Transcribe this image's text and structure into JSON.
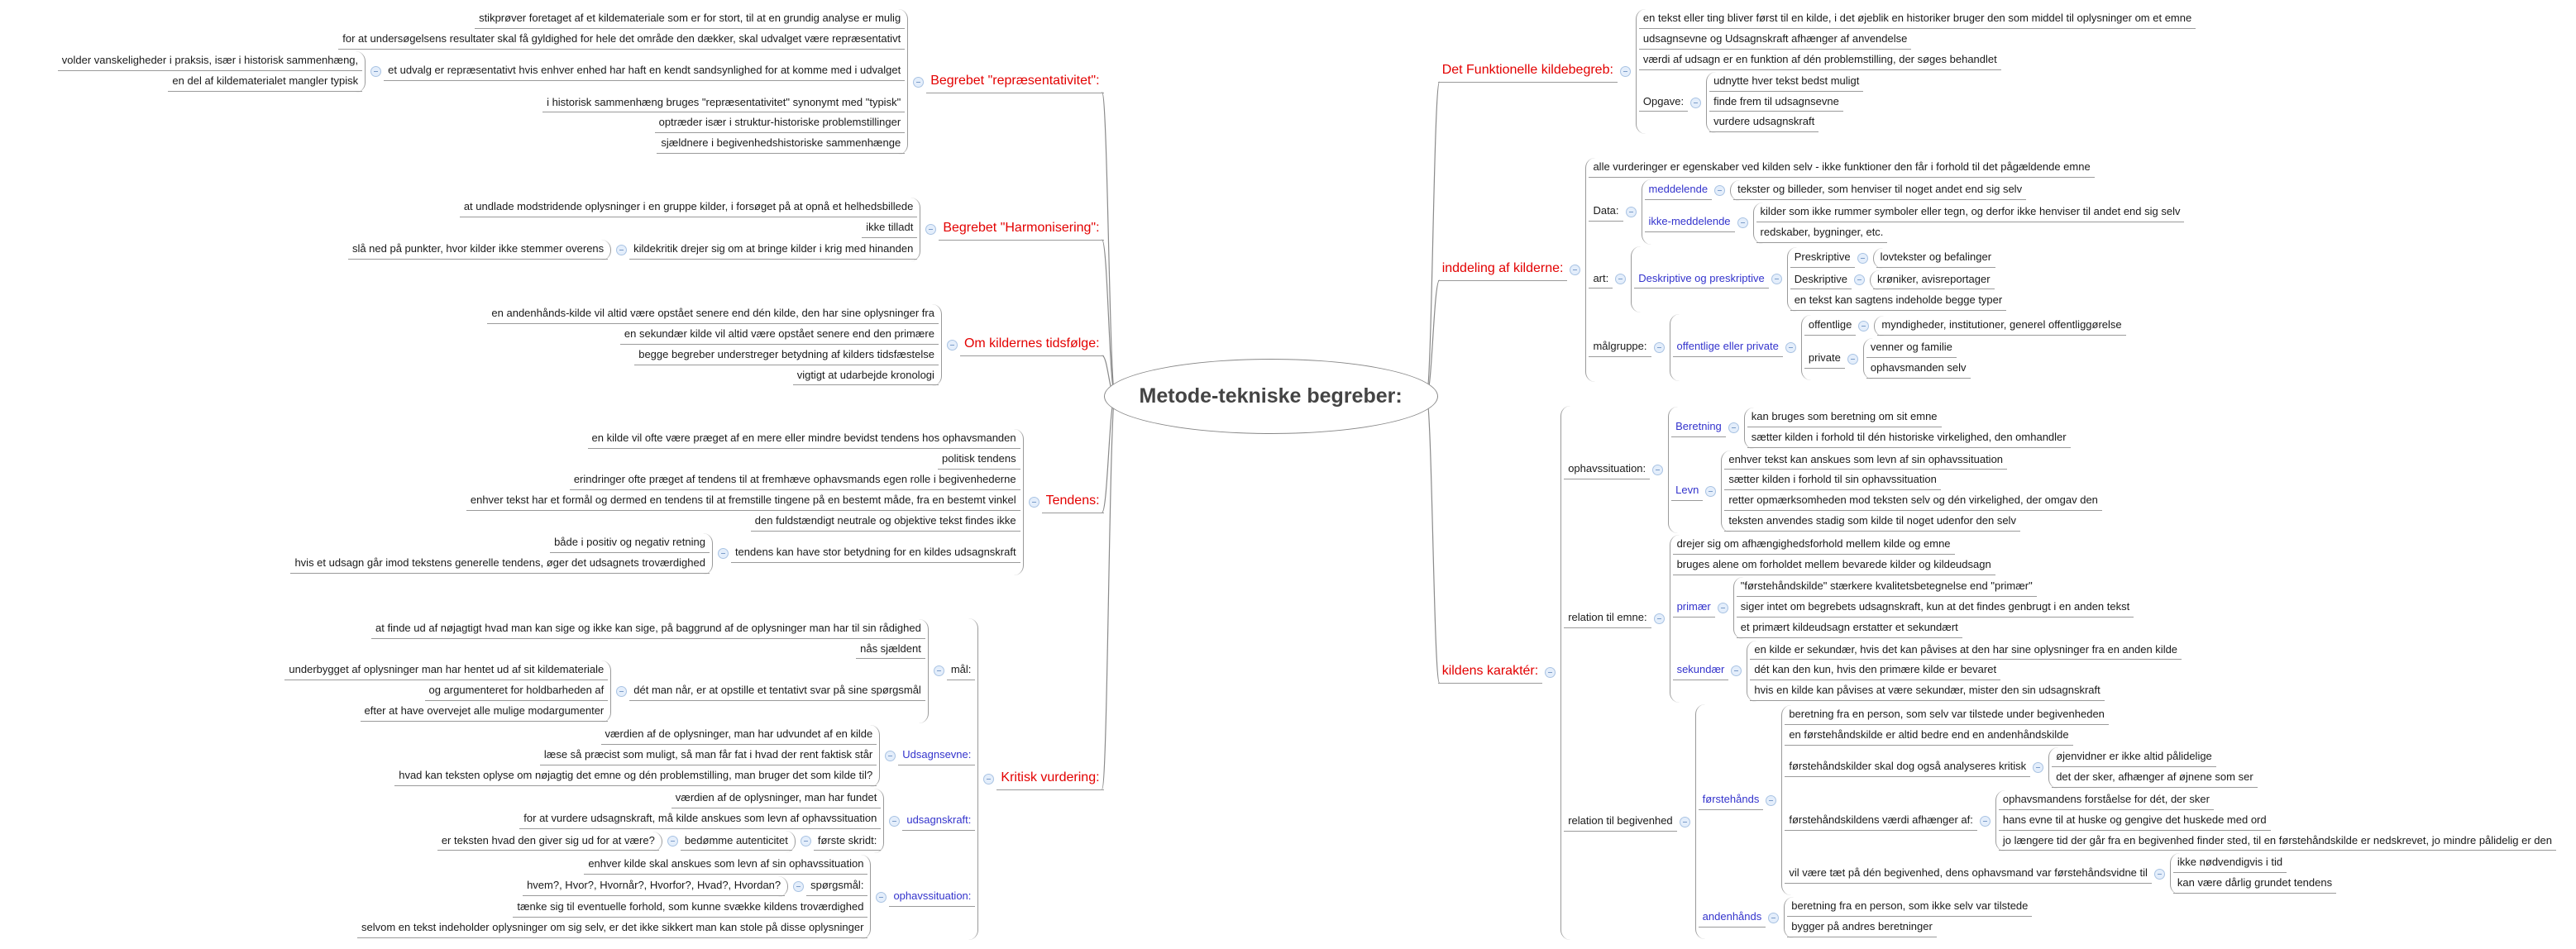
{
  "root_label": "Metode-tekniske begreber:",
  "colors": {
    "branch": "#e30000",
    "concept": "#3333cc",
    "text": "#1a1a1a",
    "line": "#9a9a9a",
    "edge": "#8a8a8a",
    "fold_fill": "#e4eefb",
    "fold_border": "#a9c3e3"
  },
  "map": {
    "left": [
      {
        "t": "Begrebet \"repræsentativitet\":",
        "c": "red",
        "k": [
          {
            "t": "stikprøver foretaget af et kildemateriale som er for stort, til at en grundig analyse er mulig"
          },
          {
            "t": "for at undersøgelsens resultater skal få gyldighed for hele det område den dækker, skal udvalget være repræsentativt"
          },
          {
            "t": "et udvalg er repræsentativt hvis enhver enhed har haft en kendt sandsynlighed for at komme med i udvalget",
            "k": [
              {
                "t": "volder vanskeligheder i praksis, især i historisk sammenhæng,"
              },
              {
                "t": "en del af kildematerialet mangler typisk"
              }
            ]
          },
          {
            "t": "i historisk sammenhæng bruges \"repræsentativitet\" synonymt med \"typisk\""
          },
          {
            "t": "optræder især i struktur-historiske problemstillinger"
          },
          {
            "t": "sjældnere i begivenhedshistoriske sammenhænge"
          }
        ]
      },
      {
        "t": "Begrebet \"Harmonisering\":",
        "c": "red",
        "k": [
          {
            "t": "at undlade modstridende oplysninger i en gruppe kilder, i forsøget på at opnå et helhedsbillede"
          },
          {
            "t": "ikke tilladt"
          },
          {
            "t": "kildekritik drejer sig om at bringe kilder i krig med hinanden",
            "k": [
              {
                "t": "slå ned på punkter, hvor kilder ikke stemmer overens"
              }
            ]
          }
        ]
      },
      {
        "t": "Om kildernes tidsfølge:",
        "c": "red",
        "k": [
          {
            "t": "en andenhånds-kilde vil altid være opstået senere end dén kilde, den har sine oplysninger fra"
          },
          {
            "t": "en sekundær kilde vil altid være opstået senere end den primære"
          },
          {
            "t": "begge begreber understreger betydning af kilders tidsfæstelse"
          },
          {
            "t": "vigtigt at udarbejde kronologi"
          }
        ]
      },
      {
        "t": "Tendens:",
        "c": "red",
        "k": [
          {
            "t": "en kilde vil ofte være præget af en mere eller mindre bevidst tendens hos ophavsmanden"
          },
          {
            "t": "politisk tendens"
          },
          {
            "t": "erindringer ofte præget af tendens til at fremhæve ophavsmands egen rolle i begivenhederne"
          },
          {
            "t": "enhver tekst har et formål og dermed en tendens til at fremstille tingene på en bestemt måde, fra en bestemt vinkel"
          },
          {
            "t": "den fuldstændigt neutrale og objektive tekst findes ikke"
          },
          {
            "t": "tendens kan have stor betydning for en kildes udsagnskraft",
            "k": [
              {
                "t": "både i positiv og negativ retning"
              },
              {
                "t": "hvis et udsagn går imod tekstens generelle tendens, øger det udsagnets troværdighed"
              }
            ]
          }
        ]
      },
      {
        "t": "Kritisk vurdering:",
        "c": "red",
        "k": [
          {
            "t": "mål:",
            "k": [
              {
                "t": "at finde ud af nøjagtigt hvad man kan sige og ikke kan sige, på baggrund af de oplysninger man har til sin rådighed"
              },
              {
                "t": "nås sjældent"
              },
              {
                "t": "dét man når, er at opstille et tentativt svar på sine spørgsmål",
                "k": [
                  {
                    "t": "underbygget af oplysninger man har hentet ud af sit kildemateriale"
                  },
                  {
                    "t": "og argumenteret for holdbarheden af"
                  },
                  {
                    "t": "efter at have overvejet alle mulige modargumenter"
                  }
                ]
              }
            ]
          },
          {
            "t": "Udsagnsevne:",
            "c": "blue",
            "k": [
              {
                "t": "værdien af de oplysninger, man har udvundet af en kilde"
              },
              {
                "t": "læse så præcist som muligt, så man får fat i hvad der rent faktisk står"
              },
              {
                "t": "hvad kan teksten oplyse om nøjagtig det emne og dén problemstilling, man bruger det som kilde til?"
              }
            ]
          },
          {
            "t": "udsagnskraft:",
            "c": "blue",
            "k": [
              {
                "t": "værdien af de oplysninger, man har fundet"
              },
              {
                "t": "for at vurdere udsagnskraft, må kilde anskues som levn af ophavssituation"
              },
              {
                "t": "første skridt:",
                "k": [
                  {
                    "t": "bedømme autenticitet",
                    "k": [
                      {
                        "t": "er teksten hvad den giver sig ud for at være?"
                      }
                    ]
                  }
                ]
              }
            ]
          },
          {
            "t": "ophavssituation:",
            "c": "blue",
            "k": [
              {
                "t": "enhver kilde skal anskues som levn af sin ophavssituation"
              },
              {
                "t": "spørgsmål:",
                "k": [
                  {
                    "t": "hvem?, Hvor?, Hvornår?, Hvorfor?, Hvad?, Hvordan?"
                  }
                ]
              },
              {
                "t": "tænke sig til eventuelle forhold, som kunne svække kildens troværdighed"
              },
              {
                "t": "selvom en tekst indeholder oplysninger om sig selv, er det ikke sikkert man kan stole på disse oplysninger"
              }
            ]
          }
        ]
      }
    ],
    "right": [
      {
        "t": "Det Funktionelle kildebegreb:",
        "c": "red",
        "k": [
          {
            "t": "en tekst eller ting bliver først til en kilde, i det øjeblik en historiker bruger den som middel til oplysninger om et emne"
          },
          {
            "t": "udsagnsevne og Udsagnskraft afhænger af anvendelse"
          },
          {
            "t": "værdi af udsagn er en funktion af dén problemstilling, der søges behandlet"
          },
          {
            "t": "Opgave:",
            "k": [
              {
                "t": "udnytte hver tekst bedst muligt"
              },
              {
                "t": "finde frem til udsagnsevne"
              },
              {
                "t": "vurdere udsagnskraft"
              }
            ]
          }
        ]
      },
      {
        "t": "inddeling af kilderne:",
        "c": "red",
        "k": [
          {
            "t": "alle vurderinger er egenskaber ved kilden selv - ikke funktioner den får i forhold til det pågældende emne"
          },
          {
            "t": "Data:",
            "k": [
              {
                "t": "meddelende",
                "c": "blue",
                "k": [
                  {
                    "t": "tekster og billeder, som henviser til noget andet end sig selv"
                  }
                ]
              },
              {
                "t": "ikke-meddelende",
                "c": "blue",
                "k": [
                  {
                    "t": "kilder som ikke rummer symboler eller tegn, og derfor ikke henviser til andet end sig selv"
                  },
                  {
                    "t": "redskaber, bygninger, etc."
                  }
                ]
              }
            ]
          },
          {
            "t": "art:",
            "k": [
              {
                "t": "Deskriptive og preskriptive",
                "c": "blue",
                "k": [
                  {
                    "t": "Preskriptive",
                    "k": [
                      {
                        "t": "lovtekster og befalinger"
                      }
                    ]
                  },
                  {
                    "t": "Deskriptive",
                    "k": [
                      {
                        "t": "krøniker, avisreportager"
                      }
                    ]
                  },
                  {
                    "t": "en tekst kan sagtens indeholde begge typer"
                  }
                ]
              }
            ]
          },
          {
            "t": "målgruppe:",
            "k": [
              {
                "t": "offentlige eller private",
                "c": "blue",
                "k": [
                  {
                    "t": "offentlige",
                    "k": [
                      {
                        "t": "myndigheder, institutioner, generel offentliggørelse"
                      }
                    ]
                  },
                  {
                    "t": "private",
                    "k": [
                      {
                        "t": "venner og familie"
                      },
                      {
                        "t": "ophavsmanden selv"
                      }
                    ]
                  }
                ]
              }
            ]
          }
        ]
      },
      {
        "t": "kildens karaktér:",
        "c": "red",
        "k": [
          {
            "t": "ophavssituation:",
            "k": [
              {
                "t": "Beretning",
                "c": "blue",
                "k": [
                  {
                    "t": "kan bruges som beretning om sit emne"
                  },
                  {
                    "t": "sætter kilden i forhold til dén historiske virkelighed, den omhandler"
                  }
                ]
              },
              {
                "t": "Levn",
                "c": "blue",
                "k": [
                  {
                    "t": "enhver tekst kan anskues som levn af sin ophavssituation"
                  },
                  {
                    "t": "sætter kilden i forhold til sin ophavssituation"
                  },
                  {
                    "t": "retter opmærksomheden mod teksten selv og dén virkelighed, der omgav den"
                  },
                  {
                    "t": "teksten anvendes stadig som kilde til noget udenfor den selv"
                  }
                ]
              }
            ]
          },
          {
            "t": "relation til emne:",
            "k": [
              {
                "t": "drejer sig om afhængighedsforhold mellem kilde og emne"
              },
              {
                "t": "bruges alene om forholdet mellem bevarede kilder og kildeudsagn"
              },
              {
                "t": "primær",
                "c": "blue",
                "k": [
                  {
                    "t": "\"førstehåndskilde\" stærkere kvalitetsbetegnelse end \"primær\""
                  },
                  {
                    "t": "siger intet om begrebets udsagnskraft, kun at det findes genbrugt i en anden tekst"
                  },
                  {
                    "t": "et primært kildeudsagn erstatter et sekundært"
                  }
                ]
              },
              {
                "t": "sekundær",
                "c": "blue",
                "k": [
                  {
                    "t": "en kilde er sekundær, hvis det kan påvises at den har sine oplysninger fra en anden kilde"
                  },
                  {
                    "t": "dét kan den kun, hvis den primære kilde er bevaret"
                  },
                  {
                    "t": "hvis en kilde kan påvises at være sekundær, mister den sin udsagnskraft"
                  }
                ]
              }
            ]
          },
          {
            "t": "relation til begivenhed",
            "k": [
              {
                "t": "førstehånds",
                "c": "blue",
                "k": [
                  {
                    "t": "beretning fra en person, som selv var tilstede under begivenheden"
                  },
                  {
                    "t": "en førstehåndskilde er altid bedre end en andenhåndskilde"
                  },
                  {
                    "t": "førstehåndskilder skal dog også analyseres kritisk",
                    "k": [
                      {
                        "t": "øjenvidner er ikke altid pålidelige"
                      },
                      {
                        "t": "det der sker, afhænger af øjnene som ser"
                      }
                    ]
                  },
                  {
                    "t": "førstehåndskildens værdi afhænger af:",
                    "k": [
                      {
                        "t": "ophavsmandens forståelse for dét, der sker"
                      },
                      {
                        "t": "hans evne til at huske og gengive det huskede med ord"
                      },
                      {
                        "t": "jo længere tid der går fra en begivenhed finder sted, til en førstehåndskilde er nedskrevet, jo mindre pålidelig er den"
                      }
                    ]
                  },
                  {
                    "t": "vil være tæt på dén begivenhed, dens ophavsmand var førstehåndsvidne til",
                    "k": [
                      {
                        "t": "ikke nødvendigvis i tid"
                      },
                      {
                        "t": "kan være dårlig grundet tendens"
                      }
                    ]
                  }
                ]
              },
              {
                "t": "andenhånds",
                "c": "blue",
                "k": [
                  {
                    "t": "beretning fra en person, som ikke selv var tilstede"
                  },
                  {
                    "t": "bygger på andres beretninger"
                  }
                ]
              }
            ]
          }
        ]
      }
    ]
  }
}
